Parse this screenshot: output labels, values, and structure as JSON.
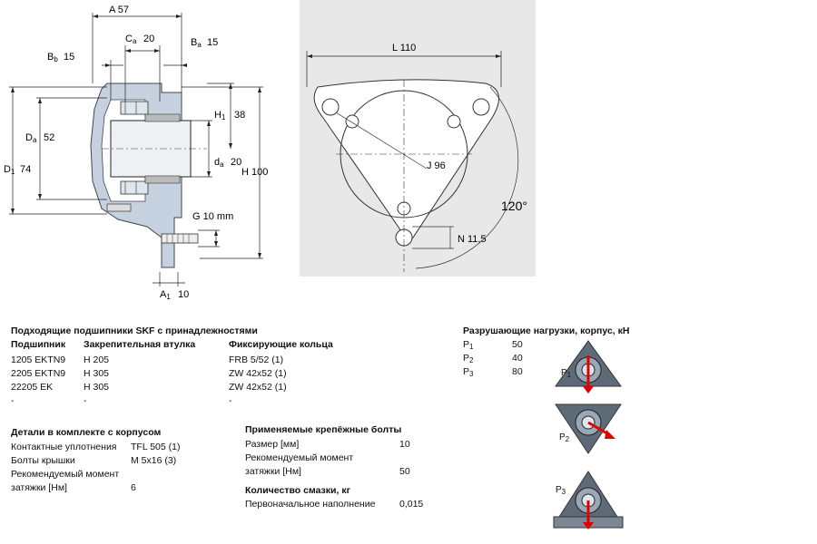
{
  "drawing": {
    "A": "A  57",
    "Ca": "20",
    "Bb": "15",
    "Ba": "15",
    "H1": "38",
    "Da": "52",
    "D1": "74",
    "da": "20",
    "H": "H  100",
    "G": "G  10 mm",
    "A1": "10",
    "L": "L  110",
    "J": "J  96",
    "angle": "120°",
    "N": "N  11,5"
  },
  "bearings": {
    "title": "Подходящие подшипники SKF с принадлежностями",
    "col1": "Подшипник",
    "col2": "Закрепительная втулка",
    "col3": "Фиксирующие кольца",
    "rows": [
      [
        "1205 EKTN9",
        "H 205",
        "FRB 5/52  (1)"
      ],
      [
        "2205 EKTN9",
        "H 305",
        "ZW 42x52  (1)"
      ],
      [
        "22205 EK",
        "H 305",
        "ZW 42x52  (1)"
      ],
      [
        "-",
        "-",
        "-"
      ]
    ]
  },
  "loads": {
    "title": "Разрушающие нагрузки, корпус, кН",
    "rows": [
      {
        "label": "P",
        "sub": "1",
        "value": "50"
      },
      {
        "label": "P",
        "sub": "2",
        "value": "40"
      },
      {
        "label": "P",
        "sub": "3",
        "value": "80"
      }
    ],
    "icon_labels": [
      {
        "label": "P",
        "sub": "1"
      },
      {
        "label": "P",
        "sub": "2"
      },
      {
        "label": "P",
        "sub": "3"
      }
    ]
  },
  "details": {
    "title": "Детали в комплекте с корпусом",
    "seals_label": "Контактные уплотнения",
    "seals_value": "TFL 505  (1)",
    "cover_label": "Болты крышки",
    "cover_value": "M 5x16  (3)",
    "torque_label1": "Рекомендуемый момент",
    "torque_label2": "затяжки [Нм]",
    "torque_value": "6"
  },
  "bolts": {
    "title": "Применяемые крепёжные болты",
    "size_label": "Размер [мм]",
    "size_value": "10",
    "torque_label1": "Рекомендуемый момент",
    "torque_label2": "затяжки [Нм]",
    "torque_value": "50"
  },
  "grease": {
    "title": "Количество смазки, кг",
    "initial_label": "Первоначальное наполнение",
    "initial_value": "0,015"
  },
  "colors": {
    "housing": "#c5d1de",
    "housing_dark": "#8a98a8",
    "icon_body": "#5d6b79",
    "load_arrow": "#e00000"
  }
}
